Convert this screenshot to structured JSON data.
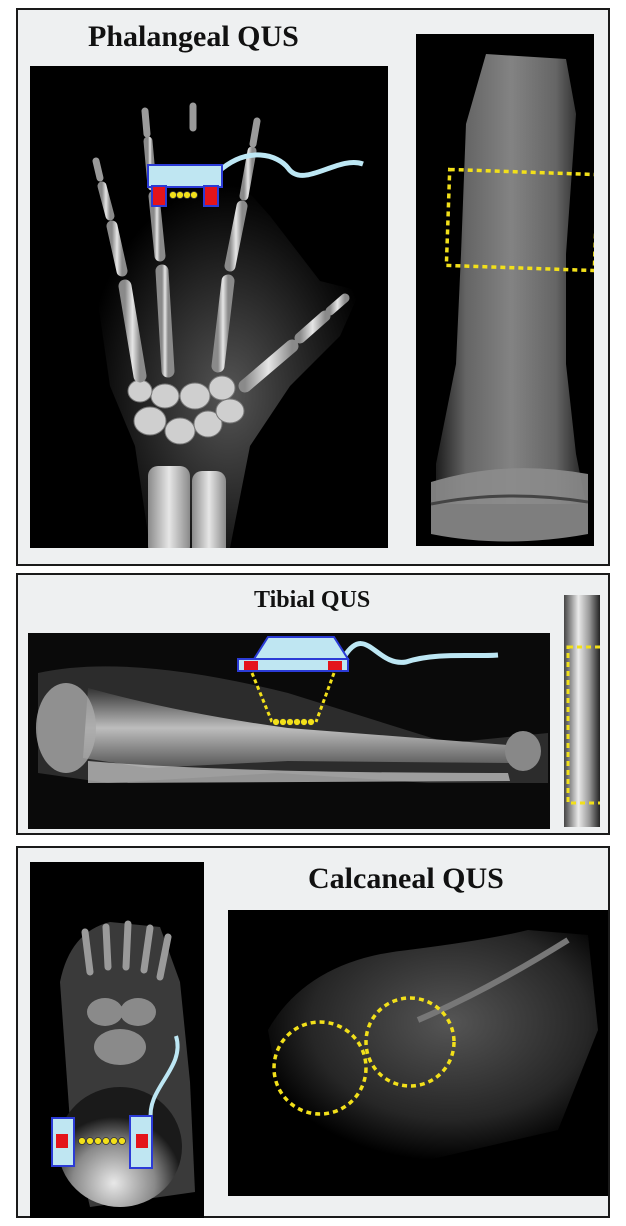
{
  "panels": {
    "phalangeal": {
      "title": "Phalangeal QUS",
      "images": [
        "hand-radiograph",
        "phalanx-close-up"
      ]
    },
    "tibial": {
      "title": "Tibial QUS",
      "images": [
        "tibia-radiograph",
        "tibia-strip"
      ]
    },
    "calcaneal": {
      "title": "Calcaneal QUS",
      "images": [
        "foot-radiograph",
        "calcaneus-close-up"
      ]
    }
  },
  "colors": {
    "panel_bg": "#eef0f1",
    "border": "#1a1a1a",
    "probe_fill": "#bfe6f2",
    "probe_border": "#2b3bd6",
    "transducer": "#e4141b",
    "cable": "#bde7f4",
    "roi_dashes": "#f2e01a"
  },
  "icons": [
    "ultrasound-probe-icon",
    "transducer-icon",
    "ultrasound-path-icon",
    "roi-rectangle-icon",
    "roi-circle-icon"
  ]
}
